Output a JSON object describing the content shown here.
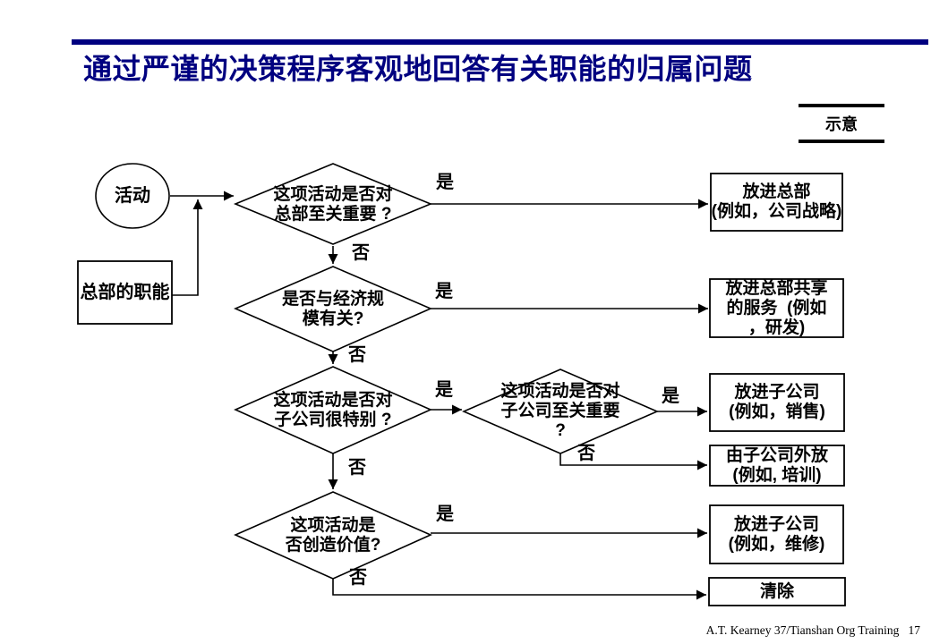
{
  "header": {
    "title": "通过严谨的决策程序客观地回答有关职能的归属问题",
    "legend": "示意"
  },
  "colors": {
    "accent_navy": "#000080",
    "line_black": "#000000",
    "background": "#ffffff"
  },
  "flowchart": {
    "start": {
      "label": "活动"
    },
    "source": {
      "label": "总部的职能"
    },
    "decisions": [
      {
        "id": "d1",
        "label": "这项活动是否对\n总部至关重要 ?"
      },
      {
        "id": "d2",
        "label": "是否与经济规\n模有关?"
      },
      {
        "id": "d3",
        "label": "这项活动是否对\n子公司很特别 ?"
      },
      {
        "id": "d4",
        "label": "这项活动是否对\n子公司至关重要\n?"
      },
      {
        "id": "d5",
        "label": "这项活动是\n否创造价值?"
      }
    ],
    "outcomes": [
      {
        "id": "r1",
        "label": "放进总部\n(例如，公司战略)"
      },
      {
        "id": "r2",
        "label": "放进总部共享\n的服务  (例如\n，研发)"
      },
      {
        "id": "r3",
        "label": "放进子公司\n(例如，销售)"
      },
      {
        "id": "r4",
        "label": "由子公司外放\n(例如, 培训)"
      },
      {
        "id": "r5",
        "label": "放进子公司\n(例如，维修)"
      },
      {
        "id": "r6",
        "label": "清除"
      }
    ],
    "edge_labels": {
      "yes": "是",
      "no": "否"
    }
  },
  "footer": {
    "credit": "A.T. Kearney 37/Tianshan Org Training   17"
  }
}
